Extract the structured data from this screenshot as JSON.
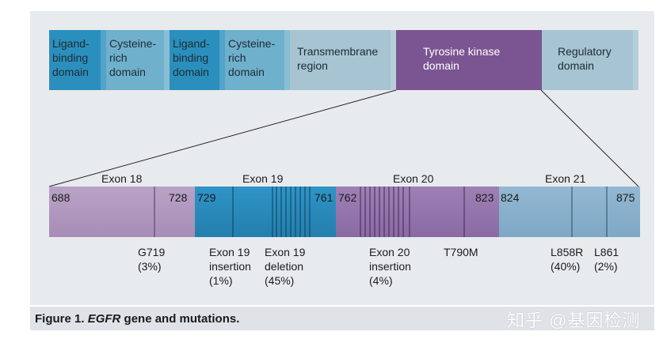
{
  "figure": {
    "caption_prefix": "Figure 1.",
    "caption_gene": "EGFR",
    "caption_suffix": "gene and mutations.",
    "watermark": "知乎 @基因检测"
  },
  "domains": [
    {
      "id": "lbd1",
      "label": "Ligand-\nbinding\ndomain",
      "color": "#2b8fbd"
    },
    {
      "id": "crd1",
      "label": "Cysteine-\nrich\ndomain",
      "color": "#6fb0cc"
    },
    {
      "id": "lbd2",
      "label": "Ligand-\nbinding\ndomain",
      "color": "#2b8fbd"
    },
    {
      "id": "crd2",
      "label": "Cysteine-\nrich\ndomain",
      "color": "#6fb0cc"
    },
    {
      "id": "tm",
      "label": "Transmembrane\nregion",
      "color": "#a6c4d2"
    },
    {
      "id": "tk",
      "label": "Tyrosine kinase\ndomain",
      "color": "#7b5592"
    },
    {
      "id": "reg",
      "label": "Regulatory\ndomain",
      "color": "#a6c4d2"
    }
  ],
  "exons": [
    {
      "name": "Exon 18",
      "start": "688",
      "end": "728",
      "color": "#b79fc3"
    },
    {
      "name": "Exon 19",
      "start": "729",
      "end": "761",
      "color": "#2a8dc0"
    },
    {
      "name": "Exon 20",
      "start": "762",
      "end": "823",
      "color": "#9a7bb1"
    },
    {
      "name": "Exon 21",
      "start": "824",
      "end": "875",
      "color": "#8bb3cf"
    }
  ],
  "mutations": [
    {
      "id": "g719",
      "label": "G719\n(3%)"
    },
    {
      "id": "ex19ins",
      "label": "Exon 19\ninsertion\n(1%)"
    },
    {
      "id": "ex19del",
      "label": "Exon 19\ndeletion\n(45%)"
    },
    {
      "id": "ex20ins",
      "label": "Exon 20\ninsertion\n(4%)"
    },
    {
      "id": "t790m",
      "label": "T790M"
    },
    {
      "id": "l858r",
      "label": "L858R\n(40%)"
    },
    {
      "id": "l861",
      "label": "L861\n(2%)"
    }
  ]
}
